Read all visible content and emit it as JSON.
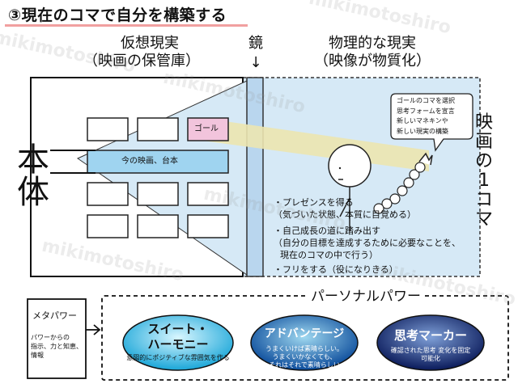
{
  "title": "③現在のコマで自分を構築する",
  "virtual_reality": {
    "line1": "仮想現実",
    "line2": "（映画の保管庫）"
  },
  "mirror": {
    "label": "鏡",
    "arrow": "↓"
  },
  "physical_reality": {
    "line1": "物理的な現実",
    "line2": "（映像が物質化）"
  },
  "main_body": {
    "label": "本体"
  },
  "frame_label": {
    "chars": [
      "映",
      "画",
      "の",
      "1",
      "コ",
      "マ"
    ]
  },
  "cells": {
    "goal": "ゴール",
    "current": "今の映画、台本"
  },
  "speech_bubble": {
    "lines": [
      "ゴールのコマを選択",
      "思考フォームを宣言",
      "新しいマネキンや",
      "新しい現実の構築"
    ]
  },
  "bullets": [
    {
      "lines": [
        "・プレゼンスを得る",
        "（気づいた状態、本質に目覚める）"
      ]
    },
    {
      "lines": [
        "・自己成長の道に踏み出す",
        "（自分の目標を達成するために必要なことを、",
        "現在のコマの中で行う）"
      ]
    },
    {
      "lines": [
        "・フリをする（役になりきる）"
      ]
    }
  ],
  "meta_power": {
    "title": "メタパワー",
    "lines": [
      "パワーからの",
      "指示、力と知恵、",
      "情報"
    ]
  },
  "personal_power": {
    "title": "パーソナルパワー"
  },
  "powers": [
    {
      "title_lines": [
        "スイート・",
        "ハーモニー"
      ],
      "sub_lines": [
        "意図的にポジティブな雰囲気を作る"
      ],
      "color_light": "#d8f6ff",
      "color_dark": "#1aa6d8",
      "text_color": "#111111"
    },
    {
      "title_lines": [
        "アドバンテージ"
      ],
      "sub_lines": [
        "うまくいけば素晴らしい。",
        "うまくいかなくても、",
        "それはそれで素晴らしい"
      ],
      "color_light": "#9fd8f0",
      "color_dark": "#0a4a9a",
      "text_color": "#ffffff"
    },
    {
      "title_lines": [
        "思考マーカー"
      ],
      "sub_lines": [
        "確認された思考 変化を固定",
        "可能化"
      ],
      "color_light": "#7fa0d8",
      "color_dark": "#0a1a5a",
      "text_color": "#ffffff"
    }
  ],
  "watermark": "mikimotoshiro",
  "colors": {
    "blue_fill": "#d6e9f6",
    "beam": "#ece6b0",
    "goal_cell": "#f2c4dc",
    "current_cell": "#9fd4f0",
    "title_underline": "#f1a0a0"
  }
}
